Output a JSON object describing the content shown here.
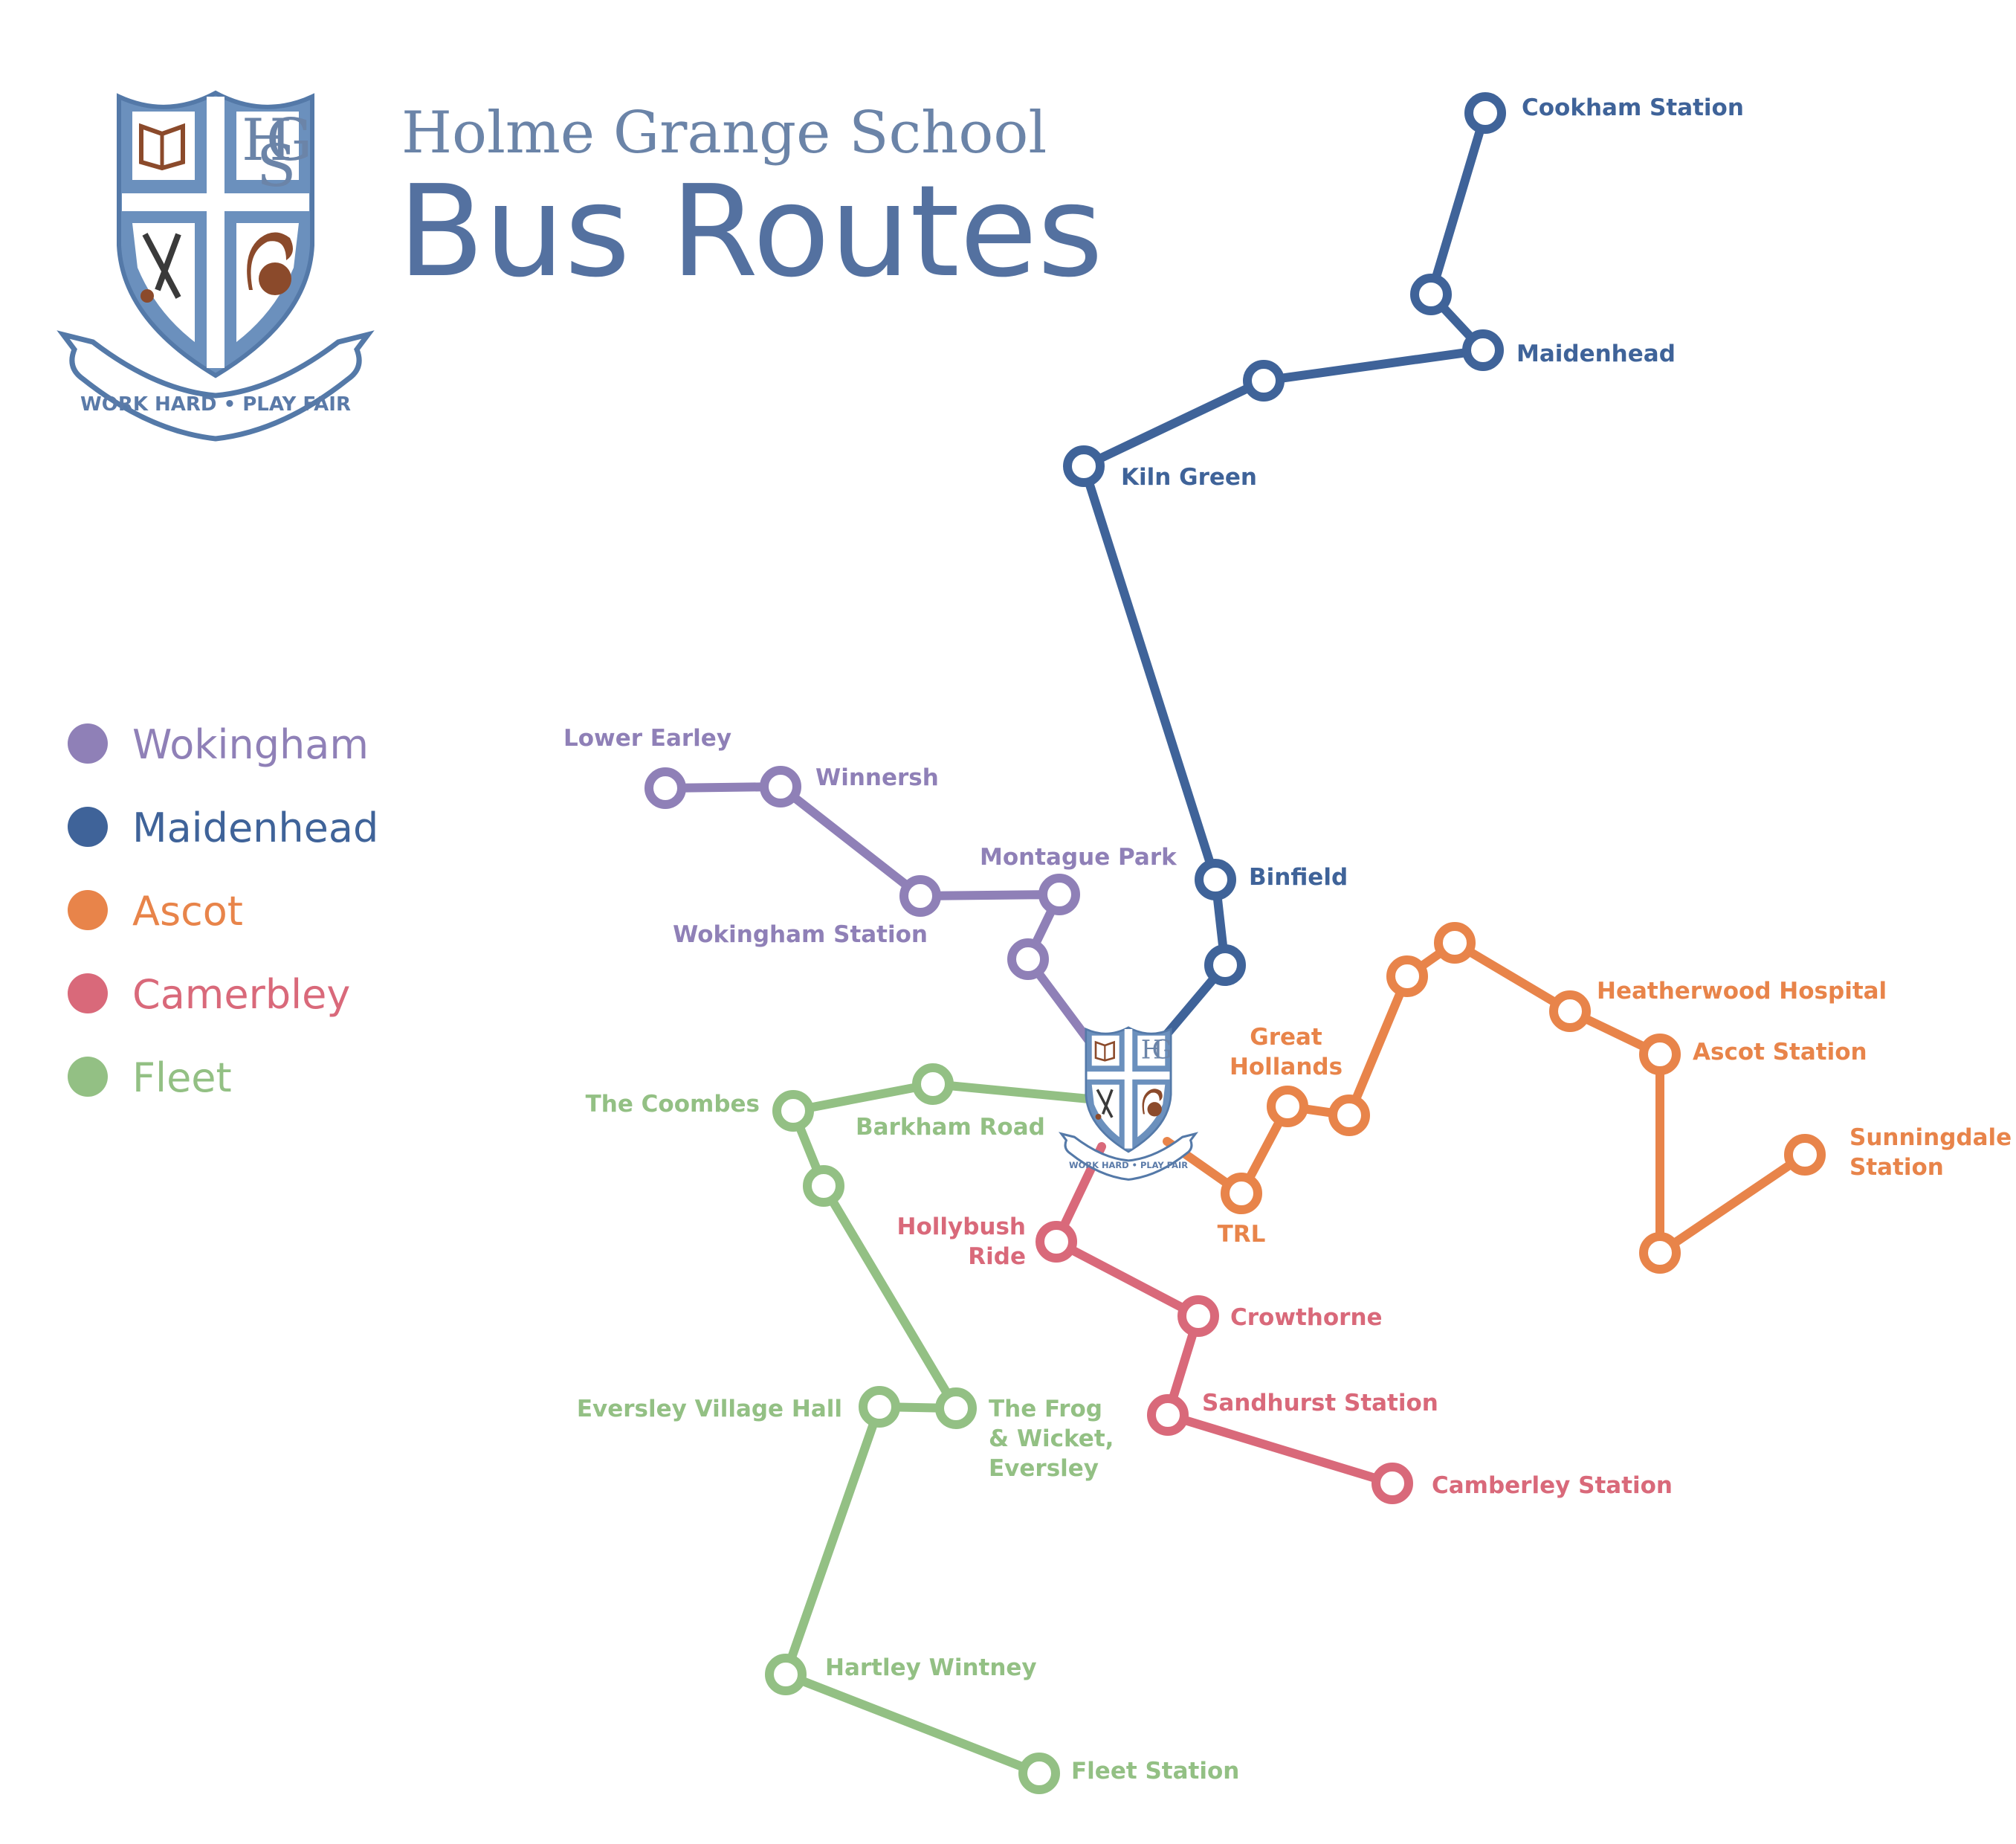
{
  "header": {
    "school_name": "Holme Grange School",
    "title": "Bus Routes"
  },
  "crest": {
    "monogram_h": "H",
    "monogram_g": "G",
    "monogram_s": "S",
    "motto": "WORK HARD • PLAY FAIR",
    "colors": {
      "shield": "#6b90bd",
      "border": "#5479a8",
      "emblem": "#8b4a2b"
    }
  },
  "legend": [
    {
      "id": "wokingham",
      "label": "Wokingham",
      "color": "#8f80b7"
    },
    {
      "id": "maidenhead",
      "label": "Maidenhead",
      "color": "#3f6399"
    },
    {
      "id": "ascot",
      "label": "Ascot",
      "color": "#e8844a"
    },
    {
      "id": "camberley",
      "label": "Camerbley",
      "color": "#d9697a"
    },
    {
      "id": "fleet",
      "label": "Fleet",
      "color": "#93c084"
    }
  ],
  "routes": {
    "wokingham": {
      "stops": [
        {
          "name": "Lower Earley"
        },
        {
          "name": "Winnersh"
        },
        {
          "name": "Wokingham Station"
        },
        {
          "name": "Montague Park"
        },
        {
          "name": ""
        }
      ]
    },
    "maidenhead": {
      "stops": [
        {
          "name": ""
        },
        {
          "name": "Binfield"
        },
        {
          "name": "Kiln Green"
        },
        {
          "name": ""
        },
        {
          "name": "Maidenhead"
        },
        {
          "name": ""
        },
        {
          "name": "Cookham Station"
        }
      ]
    },
    "ascot": {
      "stops": [
        {
          "name": "TRL"
        },
        {
          "name": "Great Hollands"
        },
        {
          "name": ""
        },
        {
          "name": ""
        },
        {
          "name": ""
        },
        {
          "name": "Heatherwood Hospital"
        },
        {
          "name": "Ascot Station"
        },
        {
          "name": ""
        },
        {
          "name": "Sunningdale Station"
        }
      ]
    },
    "camberley": {
      "stops": [
        {
          "name": "Hollybush Ride"
        },
        {
          "name": "Crowthorne"
        },
        {
          "name": "Sandhurst Station"
        },
        {
          "name": "Camberley Station"
        }
      ]
    },
    "fleet": {
      "stops": [
        {
          "name": "Barkham Road"
        },
        {
          "name": "The Coombes"
        },
        {
          "name": ""
        },
        {
          "name": "The Frog & Wicket, Eversley"
        },
        {
          "name": "Eversley Village Hall"
        },
        {
          "name": "Hartley Wintney"
        },
        {
          "name": "Fleet Station"
        }
      ]
    }
  }
}
